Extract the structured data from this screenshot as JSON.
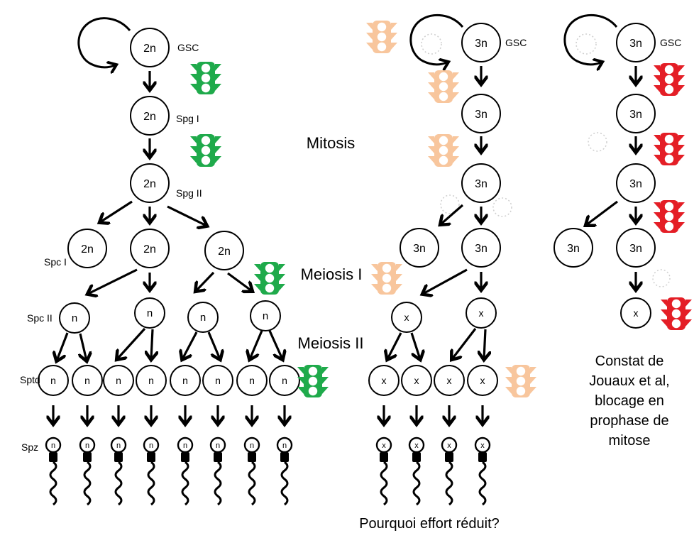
{
  "colors": {
    "go": "#1faa4b",
    "caution": "#f8c69d",
    "caution_dark": "#f2b07a",
    "stop": "#e41e26",
    "ink": "#000000"
  },
  "icons": {
    "traffic_light": "traffic-light-icon",
    "cycle": "self-renewal-arrow-icon",
    "sperm": "spermatozoon-icon"
  },
  "stage_labels": {
    "gsc": "GSC",
    "spg1": "Spg I",
    "spg2": "Spg II",
    "spc1": "Spc I",
    "spc2": "Spc II",
    "sptd": "Sptd",
    "spz": "Spz"
  },
  "phase_labels": {
    "mitosis": "Mitosis",
    "meiosis1": "Meiosis I",
    "meiosis2": "Meiosis II"
  },
  "ploidy": {
    "diploid": "2n",
    "triploid": "3n",
    "haploid": "n",
    "unknown": "x"
  },
  "note": {
    "line1": "Constat de",
    "line2": "Jouaux et al,",
    "line3": "blocage en",
    "line4": "prophase de",
    "line5": "mitose"
  },
  "question": "Pourquoi effort réduit?"
}
